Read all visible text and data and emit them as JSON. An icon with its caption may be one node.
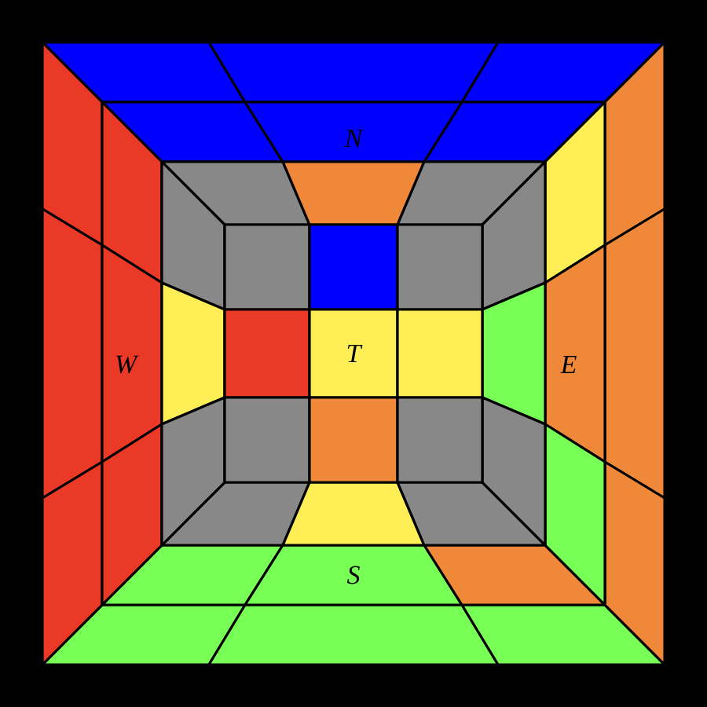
{
  "diagram": {
    "labels": [
      "N",
      "W",
      "T",
      "E",
      "S"
    ]
  }
}
